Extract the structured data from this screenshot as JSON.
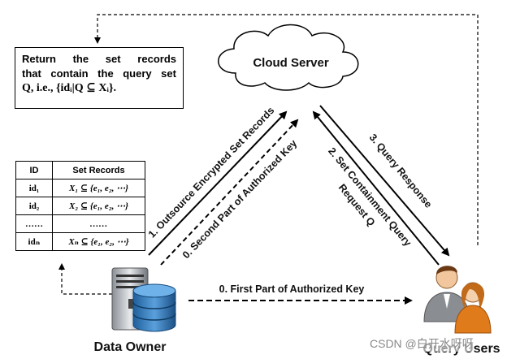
{
  "note": {
    "line1_words": [
      "Return",
      "the",
      "set",
      "records"
    ],
    "line2_words": [
      "that",
      "contain",
      "the",
      "query",
      "set"
    ],
    "line3": "Q, i.e., {idᵢ|Q ⊆ Xᵢ}."
  },
  "cloud_label": "Cloud Server",
  "owner_label": "Data Owner",
  "users_label": "Query Users",
  "table": {
    "headers": [
      "ID",
      "Set Records"
    ],
    "rows": [
      {
        "id": "id₁",
        "record": "X₁ ⊆ {e₁, e₂, ⋯}"
      },
      {
        "id": "id₂",
        "record": "X₂ ⊆ {e₁, e₂, ⋯}"
      },
      {
        "id": "……",
        "record": "……"
      },
      {
        "id": "idₙ",
        "record": "Xₙ ⊆ {e₁, e₂, ⋯}"
      }
    ]
  },
  "arrows": {
    "outsource": "1. Outsource Encrypted Set Records",
    "second_key": "0. Second Part of Authorized Key",
    "set_containment_1": "2. Set Containment Query",
    "set_containment_2": "Request Q",
    "query_response": "3. Query Response",
    "first_key": "0. First Part of Authorized Key"
  },
  "watermark": "CSDN @白开水呀呀"
}
